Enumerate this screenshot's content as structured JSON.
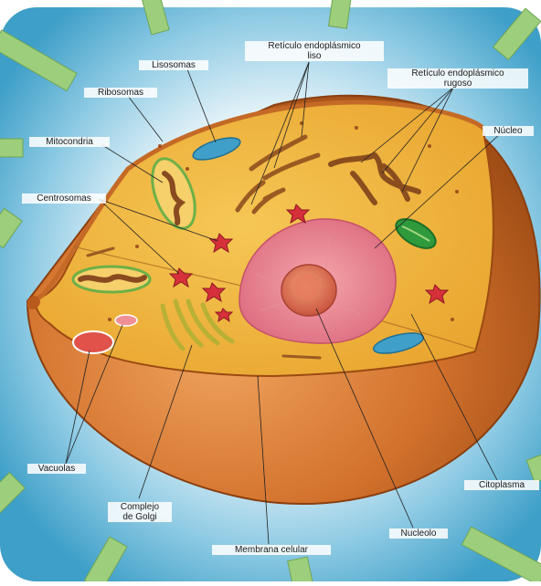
{
  "colors": {
    "background_glow": "#ffffff",
    "background_outer": "#3e9fc8",
    "frame_sticks": "#9cce7c",
    "cytoplasm": "#f2b53a",
    "membrane": "#c9621e",
    "nucleus": "#e7828f",
    "nucleolus": "#d9664e",
    "mitochondria": "#7cc254",
    "vacuole": "#e0524a",
    "er": "#9a5a22",
    "lysosome": "#3f9fc8",
    "centrosome": "#d6303a"
  },
  "labels": {
    "lisosomas": "Lisosomas",
    "ribosomas": "Ribosomas",
    "mitocondria": "Mitocondria",
    "centrosomas": "Centrosomas",
    "reticulo_liso_1": "Retículo endoplásmico",
    "reticulo_liso_2": "liso",
    "reticulo_rugoso_1": "Retículo endoplásmico",
    "reticulo_rugoso_2": "rugoso",
    "nucleo": "Núcleo",
    "vacuolas": "Vacuolas",
    "complejo_1": "Complejo",
    "complejo_2": "de Golgi",
    "citoplasma": "Citoplasma",
    "nucleolo": "Nucleolo",
    "membrana": "Membrana celular"
  }
}
